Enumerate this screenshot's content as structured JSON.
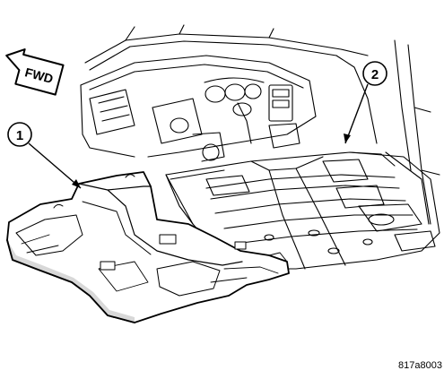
{
  "arrow": {
    "label": "FWD"
  },
  "callouts": [
    {
      "number": "1",
      "target": "carpet"
    },
    {
      "number": "2",
      "target": "vehicle-floor"
    }
  ],
  "figure_code": "817a8003",
  "colors": {
    "ink": "#000000",
    "fill": "#ffffff",
    "shade": "#d8d8d8"
  }
}
